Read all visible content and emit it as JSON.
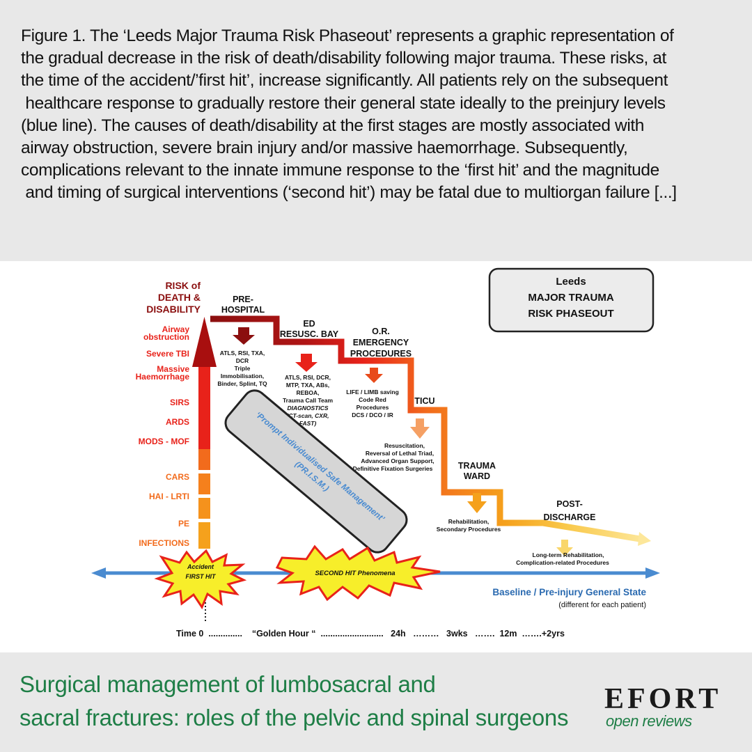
{
  "caption": {
    "lines": [
      "Figure 1. The ‘Leeds Major Trauma Risk Phaseout’ represents a graphic representation of",
      "the gradual decrease in the risk of death/disability following major trauma. These risks, at",
      "the time of the accident/’first hit’, increase significantly. All patients rely on the subsequent",
      " healthcare response to gradually restore their general state ideally to the preinjury levels",
      "(blue line). The causes of death/disability at the first stages are mostly associated with",
      "airway obstruction, severe brain injury and/or massive haemorrhage. Subsequently,",
      "complications relevant to the innate immune response to the ‘first hit’ and the magnitude",
      " and timing of surgical interventions (‘second hit’) may be fatal due to multiorgan failure [...]"
    ]
  },
  "diagram": {
    "title_box": [
      "Leeds",
      "MAJOR TRAUMA",
      "RISK PHASEOUT"
    ],
    "risk_heading": [
      "RISK of",
      "DEATH &",
      "DISABILITY"
    ],
    "risk_items": [
      "Airway",
      "obstruction",
      "Severe TBI",
      "Massive",
      "Haemorrhage",
      "SIRS",
      "ARDS",
      "MODS - MOF",
      "CARS",
      "HAI - LRTI",
      "PE",
      "INFECTIONS"
    ],
    "stages": {
      "prehospital": [
        "PRE-",
        "HOSPITAL"
      ],
      "ed": [
        "ED",
        "RESUSC. BAY"
      ],
      "or": [
        "O.R.",
        "EMERGENCY",
        "PROCEDURES"
      ],
      "ticu": "TICU",
      "ward": [
        "TRAUMA",
        "WARD"
      ],
      "post": [
        "POST-",
        "DISCHARGE"
      ]
    },
    "details": {
      "prehospital": [
        "ATLS, RSI, TXA,",
        "DCR",
        "Triple",
        "Immobilisation,",
        "Binder, Splint, TQ"
      ],
      "ed": [
        "ATLS, RSI, DCR,",
        "MTP,  TXA, ABs,",
        "REBOA,",
        "Trauma Call Team"
      ],
      "ed_diag": [
        "DIAGNOSTICS",
        "(CT-scan, CXR,",
        "FAST)"
      ],
      "or": [
        "LIFE / LIMB saving",
        "Code Red",
        "Procedures",
        "DCS / DCO / IR"
      ],
      "ticu": [
        "Resuscitation,",
        "Reversal of Lethal Triad,",
        "Advanced Organ Support,",
        "Definitive Fixation Surgeries"
      ],
      "ward": [
        "Rehabilitation,",
        "Secondary Procedures"
      ],
      "post": [
        "Long-term Rehabilitation,",
        "Complication-related Procedures"
      ]
    },
    "prism": [
      "‘Prompt Individualised Safe Management’",
      "(PR.I.S.M.)"
    ],
    "accident": [
      "Accident",
      "FIRST HIT"
    ],
    "second_hit": "SECOND HIT Phenomena",
    "baseline": "Baseline / Pre-injury General State",
    "baseline_note": "(different for each patient)",
    "timeline": "Time 0  ..............    “Golden Hour “  ..........................   24h   ………   3wks   …….  12m  …….+2yrs",
    "colors": {
      "dark_red": "#8b0f0f",
      "red": "#e8221a",
      "orange": "#f26b1c",
      "amber": "#f5a11c",
      "yellow": "#f9c84a",
      "blue": "#4a8bd0"
    }
  },
  "footer": {
    "title_lines": [
      "Surgical management of lumbosacral and",
      "sacral fractures: roles of the pelvic and spinal surgeons"
    ],
    "logo_main": "EFORT",
    "logo_sub": "open reviews"
  }
}
